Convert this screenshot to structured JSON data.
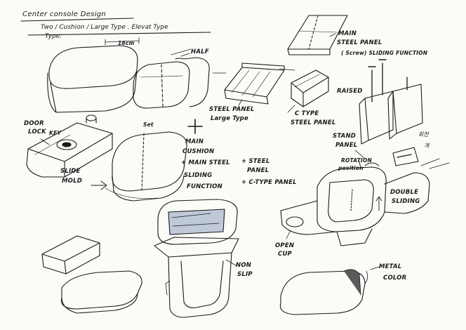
{
  "sheet": {
    "title": "Center console Design",
    "subtitle_line1": "Two / Cushion / Large Type . Elevat Type",
    "subtitle_line2": "Type."
  },
  "labels": {
    "dimension": "18cm",
    "half": "HALF",
    "main_steel_panel_1": "MAIN",
    "main_steel_panel_2": "STEEL PANEL",
    "main_steel_panel_3": "( Screw) SLIDING FUNCTION",
    "steel_panel_1": "STEEL PANEL",
    "steel_panel_2": "Large Type",
    "c_type_1": "C TYPE",
    "c_type_2": "STEEL PANEL",
    "raised": "RAISED",
    "door_lock": "DOOR",
    "door_lock_2": "LOCK",
    "door_lock_3": "KEY",
    "set": "Set",
    "slide_mold_1": "SLIDE",
    "slide_mold_2": "MOLD",
    "main_cushion_1": "MAIN",
    "main_cushion_2": "CUSHION",
    "main_cushion_3": "+ MAIN STEEL",
    "main_cushion_4": "SLIDING",
    "main_cushion_5": "FUNCTION",
    "plus_steel_1": "+ STEEL",
    "plus_steel_2": "PANEL",
    "plus_c_type": "+ C-TYPE PANEL",
    "stand_panel_1": "STAND",
    "stand_panel_2": "PANEL",
    "rotation": "ROTATION",
    "position": "position",
    "korean_1": "회전",
    "korean_2": "개",
    "double_sliding_1": "DOUBLE",
    "double_sliding_2": "SLIDING",
    "open_cup_1": "OPEN",
    "open_cup_2": "CUP",
    "non_slip_1": "NON",
    "non_slip_2": "SLIP",
    "metal_color_1": "METAL",
    "metal_color_2": "COLOR"
  },
  "colors": {
    "ink": "#1a1a1a",
    "paper": "#fbfbf8",
    "accent_fill": "#b9c3d6"
  }
}
